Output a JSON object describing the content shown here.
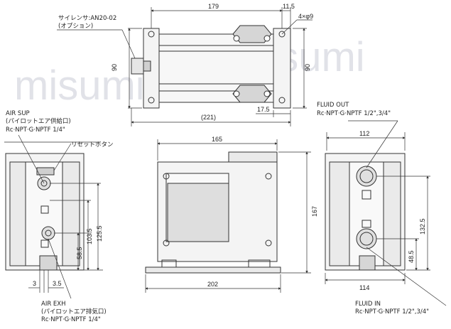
{
  "watermark": "misumi",
  "labels": {
    "silencer_line1": "サイレンサ:AN20-02",
    "silencer_line2": "(オプション)",
    "air_sup_line1": "AIR SUP",
    "air_sup_line2": "(パイロットエア供給口)",
    "air_sup_line3": "Rc·NPT·G·NPTF 1/4\"",
    "reset_button": "リセットボタン",
    "air_exh_line1": "AIR EXH",
    "air_exh_line2": "(パイロットエア排気口)",
    "air_exh_line3": "Rc·NPT·G·NPTF 1/4\"",
    "fluid_out_line1": "FLUID OUT",
    "fluid_out_line2": "Rc·NPT·G·NPTF 1/2\",3/4\"",
    "fluid_in_line1": "FLUID IN",
    "fluid_in_line2": "Rc·NPT·G·NPTF 1/2\",3/4\""
  },
  "dimensions": {
    "top_length": "179",
    "top_offset": "11.5",
    "holes": "4×φ9",
    "height_left": "90",
    "height_right": "90",
    "overall": "(221)",
    "edge_offset": "17.5",
    "front_width": "165",
    "front_height": "167",
    "base_width": "202",
    "side_width": "112",
    "side_base": "114",
    "left_h1": "125.5",
    "left_h2": "103.5",
    "left_h3": "58.5",
    "left_w1": "3",
    "left_w2": "3.5",
    "right_h1": "132.5",
    "right_h2": "48.5"
  },
  "colors": {
    "line": "#333333",
    "body_fill": "#eeeeee",
    "dark_fill": "#cfcfcf",
    "watermark": "#c9ccd6"
  }
}
